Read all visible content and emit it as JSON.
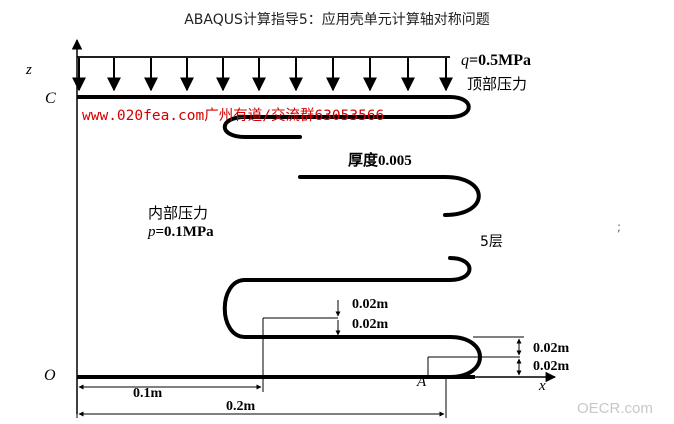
{
  "title": "ABAQUS计算指导5：应用壳单元计算轴对称问题",
  "watermark": "www.020fea.com广州有道/交流群63053566",
  "labels": {
    "axis_z": "z",
    "axis_x": "x",
    "point_c": "C",
    "point_o": "O",
    "point_a": "A",
    "q_sym": "q",
    "q_value": "=0.5MPa",
    "top_pressure": "顶部压力",
    "thickness": "厚度0.005",
    "inner_pressure": "内部压力",
    "p_sym": "p",
    "p_value": "=0.1MPa",
    "layers": "5层",
    "dim_mid_upper": "0.02m",
    "dim_mid_lower": "0.02m",
    "dim_right_upper": "0.02m",
    "dim_right_lower": "0.02m",
    "dim_01": "0.1m",
    "dim_02": "0.2m",
    "stray_mark": ";",
    "site": "OECR.com"
  },
  "colors": {
    "ink": "#000000",
    "watermark": "#d40000",
    "site": "#c8c8c8"
  }
}
